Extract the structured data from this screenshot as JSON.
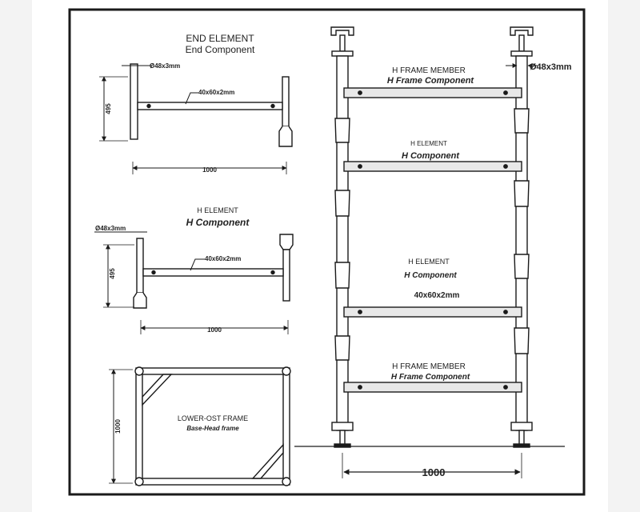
{
  "colors": {
    "background": "#f3f3f3",
    "paper": "#ffffff",
    "line": "#1a1a1a",
    "member": "#e8e8e8"
  },
  "end_element": {
    "title": "END ELEMENT",
    "subtitle": "End Component",
    "pipe_label": "Ø48x3mm",
    "bar_label": "40x60x2mm",
    "height_label": "495",
    "width_label": "1000"
  },
  "h_element": {
    "title": "H ELEMENT",
    "subtitle": "H Component",
    "pipe_label": "Ø48x3mm",
    "bar_label": "40x60x2mm",
    "height_label": "495",
    "width_label": "1000"
  },
  "lower_frame": {
    "title": "LOWER-OST FRAME",
    "subtitle": "Base-Head frame",
    "height_label": "1000"
  },
  "assembly": {
    "pipe_label": "Ø48x3mm",
    "members": [
      {
        "title": "H FRAME MEMBER",
        "subtitle": "H Frame Component"
      },
      {
        "title": "H ELEMENT",
        "subtitle": "H Component"
      },
      {
        "title": "H ELEMENT",
        "subtitle": "H Component"
      },
      {
        "title": "H FRAME MEMBER",
        "subtitle": "H Frame Component"
      }
    ],
    "section_label": "40x60x2mm",
    "width_label": "1000"
  }
}
